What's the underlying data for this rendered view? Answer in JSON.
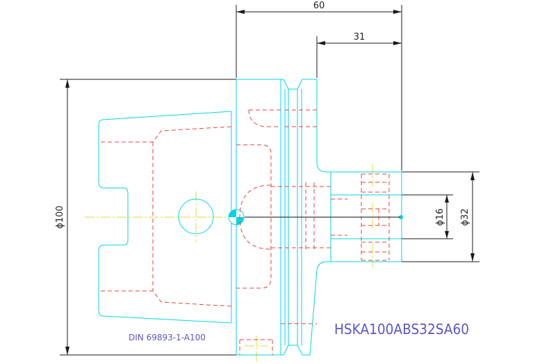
{
  "dimensions": {
    "overall_length": "60",
    "shank_length": "31",
    "flange_diameter": "ϕ100",
    "bore_diameter": "ϕ16",
    "nose_diameter": "ϕ32"
  },
  "annotations": {
    "standard": "DIN 69893-1-A100",
    "part_number": "HSKA100ABS32SA60"
  },
  "colors": {
    "outline": "#00d6e6",
    "hidden": "#e8413c",
    "centerline": "#e6d83a",
    "dimension": "#1a1a1a",
    "annotation": "#5a55c8",
    "shaft_line": "#3a3a3a"
  }
}
